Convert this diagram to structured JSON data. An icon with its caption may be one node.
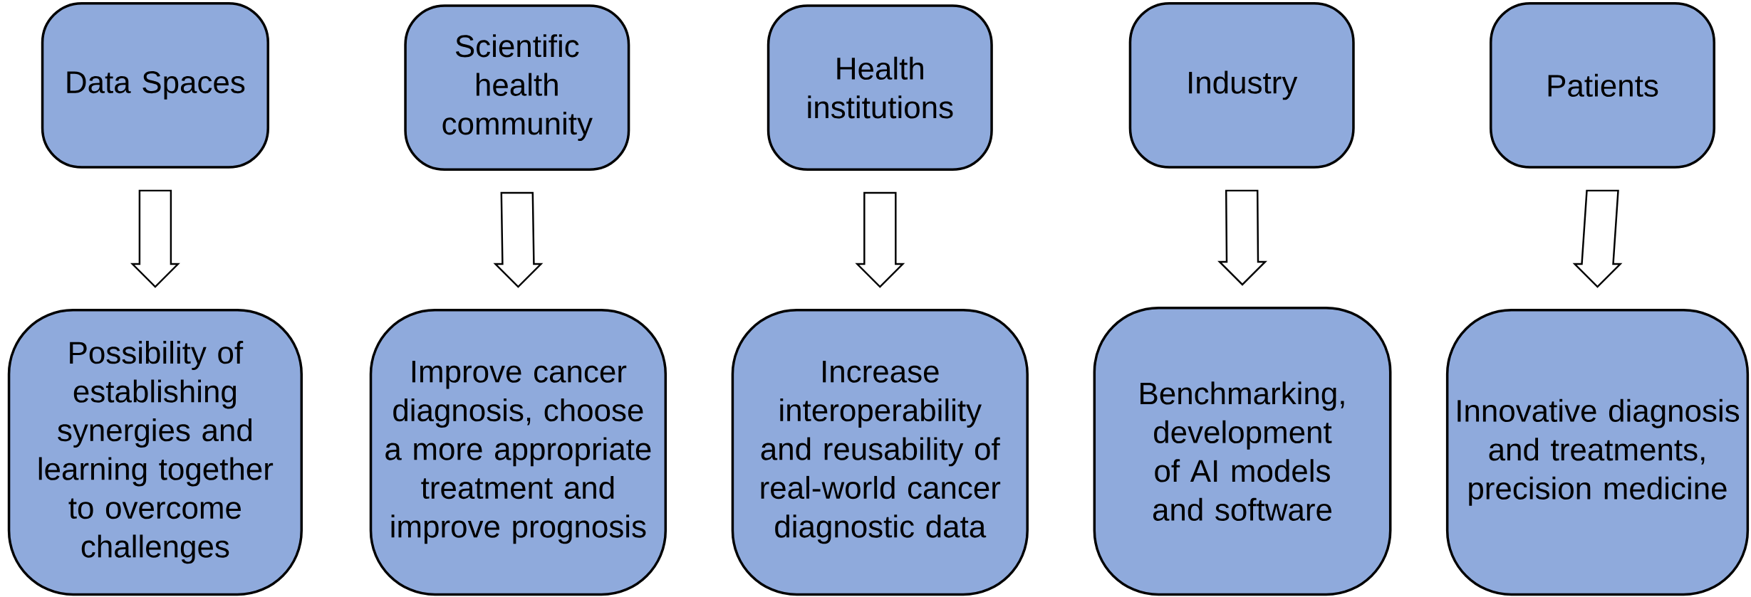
{
  "diagram": {
    "nodes": [
      {
        "text": [
          "Data Spaces"
        ]
      },
      {
        "text": [
          "Scientific health community"
        ]
      },
      {
        "text": [
          "Health institutions"
        ]
      },
      {
        "text": [
          "Industry"
        ]
      },
      {
        "text": [
          "Patients"
        ]
      },
      {
        "text": [
          "Possibility of establishing synergies and learning together to overcome challenges"
        ]
      },
      {
        "text": [
          "Improve cancer diagnosis, choose a more appropriate treatment and improve prognosis"
        ]
      },
      {
        "text": [
          "Increase interoperability and reusability of real-world cancer diagnostic data"
        ]
      },
      {
        "text": [
          "Benchmarking, development of AI models and software"
        ]
      },
      {
        "text": [
          "Innovative diagnosis and treatments, precision medicine"
        ]
      }
    ],
    "edges": [
      {
        "from": 0,
        "to": 5,
        "arrow": "to"
      },
      {
        "from": 1,
        "to": 6,
        "arrow": "to"
      },
      {
        "from": 2,
        "to": 7,
        "arrow": "to"
      },
      {
        "from": 3,
        "to": 8,
        "arrow": "to"
      },
      {
        "from": 4,
        "to": 9,
        "arrow": "to"
      }
    ]
  }
}
